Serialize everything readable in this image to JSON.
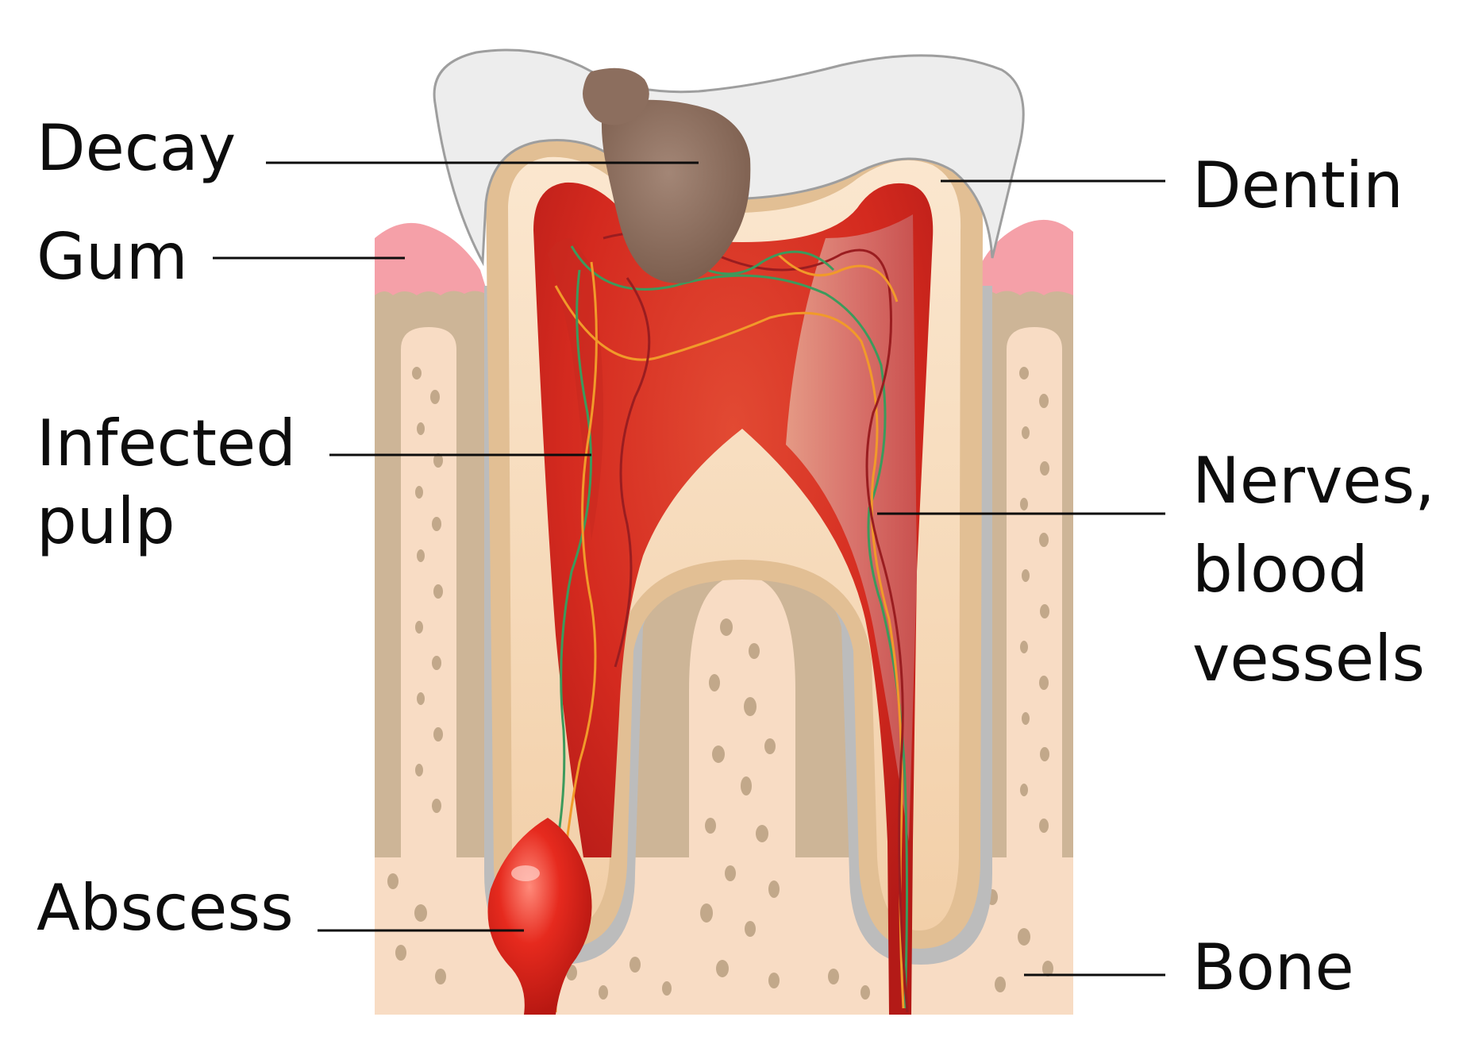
{
  "labels": {
    "decay": "Decay",
    "gum": "Gum",
    "infected_pulp": [
      "Infected",
      "pulp"
    ],
    "abscess": "Abscess",
    "dentin": "Dentin",
    "nerves": [
      "Nerves,",
      "blood",
      "vessels"
    ],
    "bone": "Bone"
  },
  "colors": {
    "enamel": "#ededed",
    "dentin": "#e2bf94",
    "dentin_inner": "#f6d7b6",
    "cementum": "#bcbcbc",
    "bone_outer": "#cdb597",
    "bone_inner": "#f8dcc4",
    "bone_pores": "#c2a88a",
    "gum": "#f5a0a8",
    "decay": "#8c6e5e",
    "pulp": "#d42a1f",
    "pulp_light": "#e8796a",
    "abscess": "#e1261c",
    "nerve_green": "#3c9a5c",
    "nerve_orange": "#f19a2a",
    "vessel_red": "#9a1d20",
    "leader_line": "#0d0d0d"
  }
}
